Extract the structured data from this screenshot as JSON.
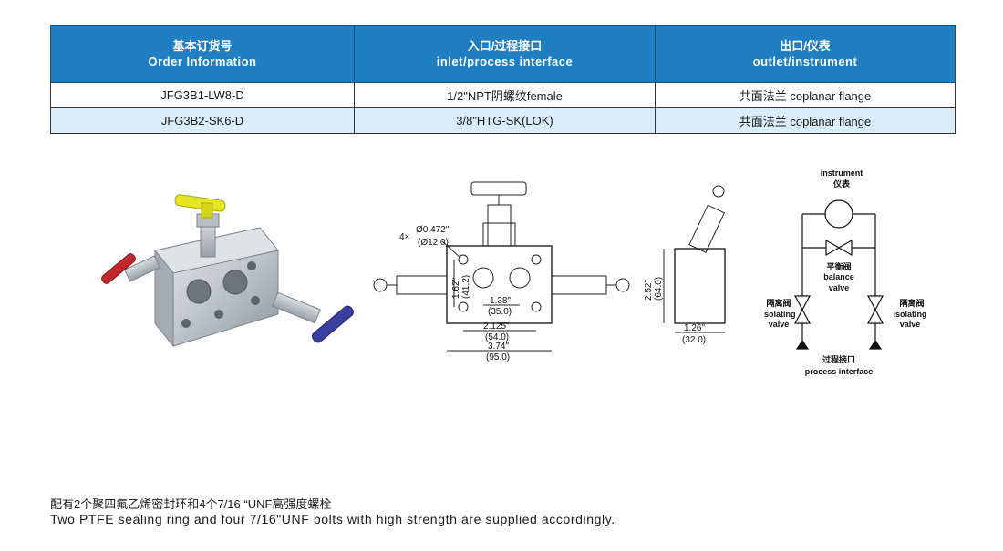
{
  "table": {
    "headers": [
      {
        "zh": "基本订货号",
        "en": "Order Information"
      },
      {
        "zh": "入口/过程接口",
        "en": "inlet/process interface"
      },
      {
        "zh": "出口/仪表",
        "en": "outlet/instrument"
      }
    ],
    "rows": [
      [
        "JFG3B1-LW8-D",
        "1/2\"NPT阴螺纹female",
        "共面法兰 coplanar flange"
      ],
      [
        "JFG3B2-SK6-D",
        "3/8\"HTG-SK(LOK)",
        "共面法兰 coplanar flange"
      ]
    ]
  },
  "drawing": {
    "hole_note_prefix": "4×",
    "hole_dia_in": "Ø0.472\"",
    "hole_dia_mm": "(Ø12.0)",
    "dim_v_in": "1.62\"",
    "dim_v_mm": "(41.2)",
    "dim_138_in": "1.38\"",
    "dim_138_mm": "(35.0)",
    "dim_2125_in": "2.125\"",
    "dim_2125_mm": "(54.0)",
    "dim_374_in": "3.74\"",
    "dim_374_mm": "(95.0)",
    "dim_252_in": "2.52\"",
    "dim_252_mm": "(64.0)",
    "dim_126_in": "1.26\"",
    "dim_126_mm": "(32.0)"
  },
  "schematic": {
    "instrument_en": "instrument",
    "instrument_zh": "仪表",
    "balance_zh": "平衡阀",
    "balance_en1": "balance",
    "balance_en2": "valve",
    "iso_left_zh": "隔离阀",
    "iso_left_en1": "isolating",
    "iso_left_en2": "valve",
    "iso_right_zh": "隔离阀",
    "iso_right_en1": "isolating",
    "iso_right_en2": "valve",
    "process_zh": "过程接口",
    "process_en": "process  interface"
  },
  "footnote": {
    "zh": "配有2个聚四氟乙烯密封环和4个7/16 “UNF高强度螺栓",
    "en": "Two PTFE sealing ring and four 7/16\"UNF bolts with high strength are supplied  accordingly."
  },
  "colors": {
    "header_blue": "#1f7fc1",
    "alt_row": "#d9ecf8",
    "handle_yellow": "#e6e61e",
    "handle_red": "#c0282d",
    "handle_blue": "#3b3fa0"
  }
}
